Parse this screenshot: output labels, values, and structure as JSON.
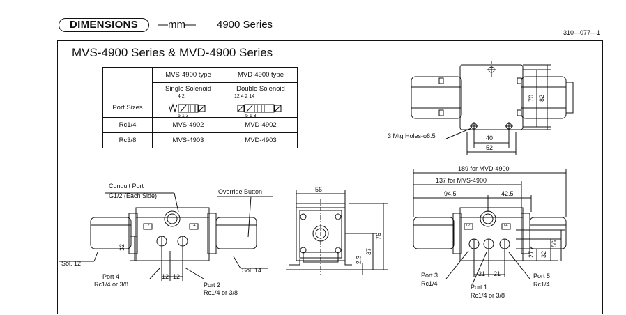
{
  "header": {
    "badge": "DIMENSIONS",
    "unit": "—mm—",
    "series": "4900 Series",
    "doc_number": "310—077—1"
  },
  "main_title": "MVS-4900 Series & MVD-4900 Series",
  "spec_table": {
    "port_sizes_label": "Port Sizes",
    "col_mvs": "MVS-4900 type",
    "col_mvd": "MVD-4900 type",
    "mvs_solenoid": "Single Solenoid",
    "mvd_solenoid": "Double Solenoid",
    "mvs_symbol_top": "4 2",
    "mvs_symbol_bottom": "5 1 3",
    "mvd_symbol_top": "12   4 2   14",
    "mvd_symbol_bottom": "5 1 3",
    "rows": [
      {
        "port": "Rc1/4",
        "mvs": "MVS-4902",
        "mvd": "MVD-4902"
      },
      {
        "port": "Rc3/8",
        "mvs": "MVS-4903",
        "mvd": "MVD-4903"
      }
    ]
  },
  "top_view": {
    "mtg_holes": "3 Mtg Holes-ϕ6.5",
    "dim_40": "40",
    "dim_52": "52",
    "dim_70": "70",
    "dim_82": "82"
  },
  "front_view": {
    "conduit_port": "Conduit Port",
    "conduit_size": "G1/2  (Each Side)",
    "override_button": "Override Button",
    "sol12": "Sol. 12",
    "sol14": "Sol. 14",
    "port4": "Port 4",
    "port4_size": "Rc1/4 or 3/8",
    "port2": "Port 2",
    "port2_size": "Rc1/4 or 3/8",
    "dim_32": "32",
    "dim_12a": "12",
    "dim_12b": "12",
    "tag12": "12",
    "tag14": "14"
  },
  "side_view": {
    "dim_56": "56",
    "dim_76": "76",
    "dim_37": "37",
    "dim_2_3": "2.3"
  },
  "bottom_view": {
    "dim_189": "189 for MVD-4900",
    "dim_137": "137 for MVS-4900",
    "dim_94_5": "94.5",
    "dim_42_5": "42.5",
    "port3": "Port 3",
    "port3_size": "Rc1/4",
    "port1": "Port 1",
    "port1_size": "Rc1/4 or 3/8",
    "port5": "Port 5",
    "port5_size": "Rc1/4",
    "dim_21a": "21",
    "dim_21b": "21",
    "dim_27": "27",
    "dim_32": "32",
    "dim_56": "56",
    "tag12": "12",
    "tag14": "14"
  }
}
